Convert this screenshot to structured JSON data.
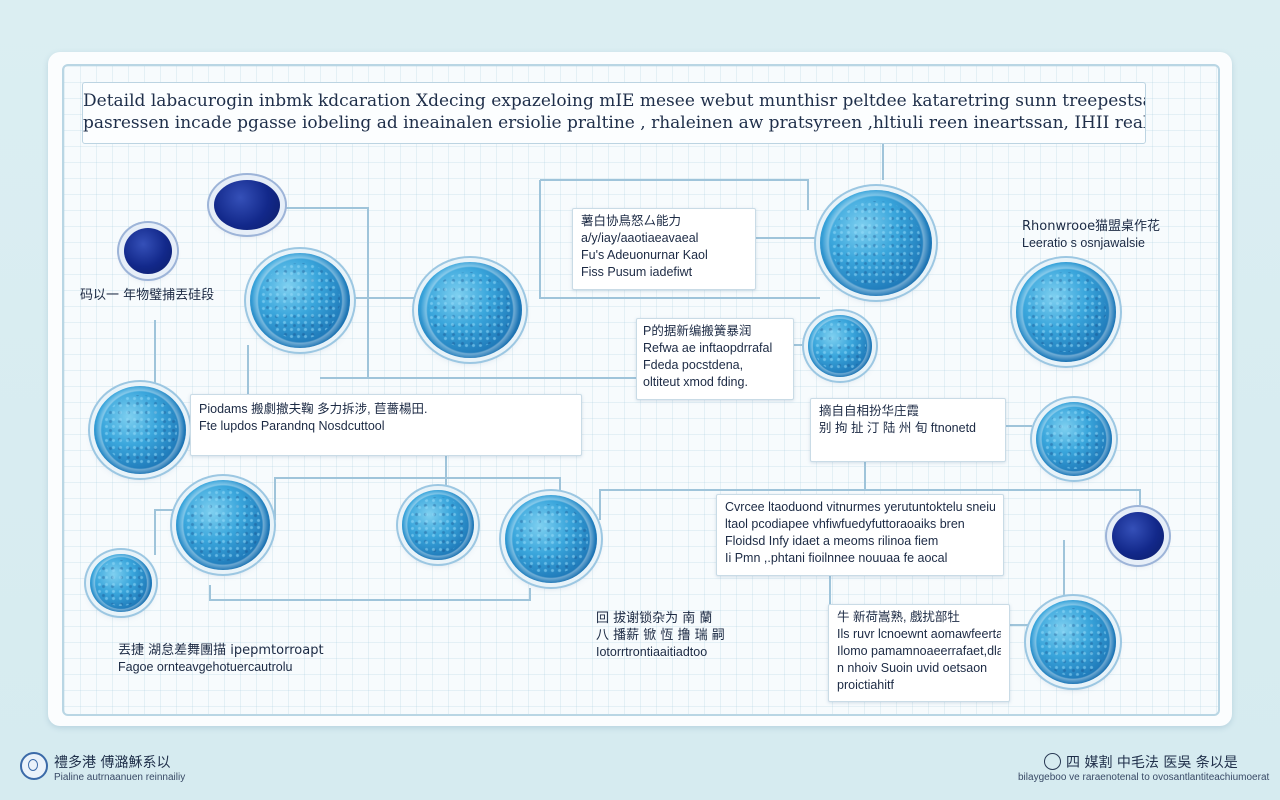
{
  "title": {
    "line1": "Detaild labacurogin inbmk kdcaration Xdecing expazeloing mIE mesee webut munthisr peltdee kataretring sunn treepestsaon",
    "line2": "pasressen   incade pgasse iobeling ad ineainalen ersiolie praltine ,  rhaleinen aw pratsyreen ,hltiuli reen ineartssan, IHII realsimings"
  },
  "labels": {
    "left_mid": "码以一 年物璧捕丟硅段",
    "center_box_top": [
      "薯白协鳥怒厶能力",
      "a/y/iay/aaotiaeavaeal",
      "Fu's Adeuonurnar Kaol",
      "Fiss Pusum iadefiwt"
    ],
    "center_box_mid": [
      "P的据新编搬簧暴润",
      "Refwa ae inftaopdrrafal",
      "Fdeda pocstdena,",
      "oltiteut xmod fding."
    ],
    "right_top": [
      "Rhonwrooe猫盟桌作花",
      "Leeratio s osnjawalsie"
    ],
    "left_box": [
      "Piodams    搬劇撤夫鞠 多力拆涉,     苣薔楊田.",
      "Fte lupdos Parandnq Nosdcuttool"
    ],
    "right_mid_box": [
      "摘自自相扮华庄霞",
      "别 拘 扯 汀 陆 州 旬 ftnonetd"
    ],
    "bottom_center_box": [
      "Cvrcee ltaoduond vitnurmes yerutuntoktelu sneiun",
      "ltaol pcodiapee vhfiwfuedyfuttoraoaiks bren",
      "Floidsd      Infy idaet a meoms rilinoa fiem",
      "Ii Pmn ,.phtani fioilnnee nouuaa fe aocal"
    ],
    "bottom_mid": [
      "回 拔谢锁杂为 南 蘭",
      "八 播薪 锨 恆 撸 瑞 嗣",
      "Iotorrtrontiaaitiadtoo"
    ],
    "bottom_left": [
      "丟捷 湖怠差舞團描   ipepmtorroapt",
      "Fagoe ornteavgehotuercautrolu"
    ],
    "bottom_right_box": [
      "牛 新荷嵩熟,  戲扰部牡",
      "Ils ruvr lcnoewnt aomawfeertanr",
      "Ilomo pamamnoaeerrafaet,dlaae",
      "n nhoiv  Suoin  uvid oetsaon",
      "proictiahitf"
    ]
  },
  "footer": {
    "left_title": "禮多港 傅潞穌系以",
    "left_sub": "Pialine autrnaanuen reinnailiy",
    "right_title": "四 媒割 中毛法 医吳 条以是",
    "right_sub": "bilaygeboo ve raraenotenal to ovosantlantiteachiumoerat"
  },
  "colors": {
    "cell_blue": "#2f8fcf",
    "nucleus_navy": "#12288a",
    "connector": "#9fc4da",
    "panel_border": "#b9d6e4"
  },
  "icons": [
    "logo-icon",
    "stamp-icon"
  ]
}
